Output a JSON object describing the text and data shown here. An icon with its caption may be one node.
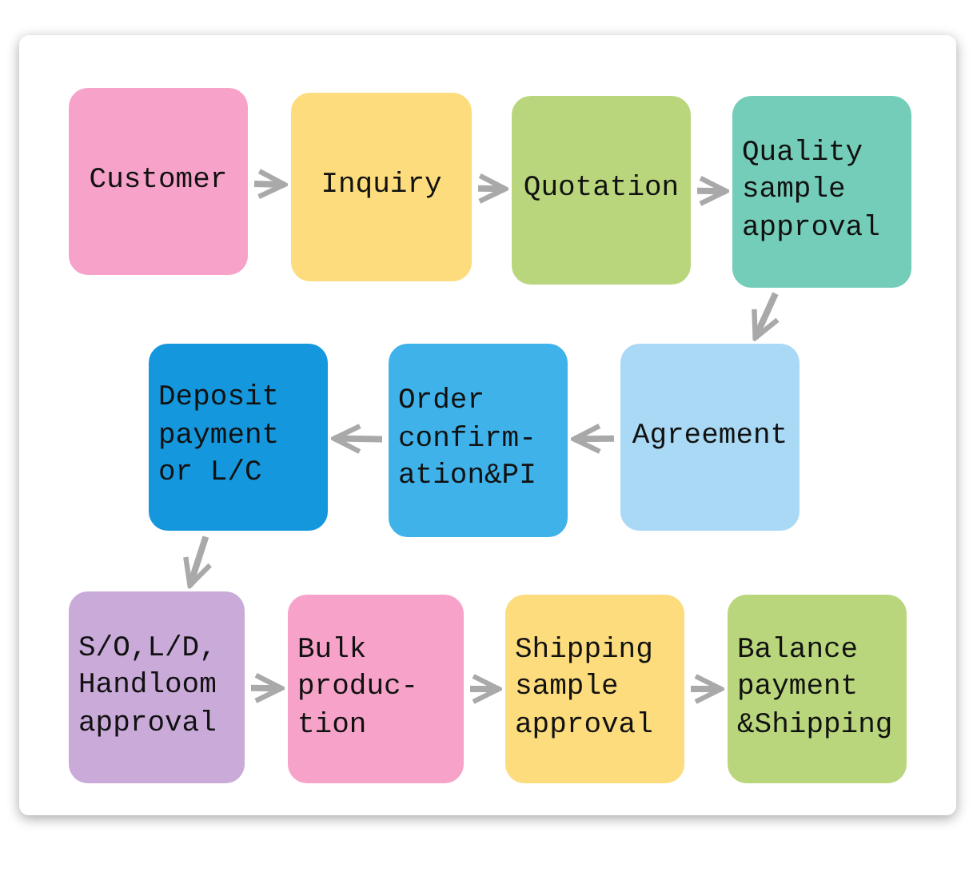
{
  "diagram": {
    "nodes": [
      {
        "text": [
          "Customer"
        ]
      },
      {
        "text": [
          "Inquiry"
        ]
      },
      {
        "text": [
          "Quotation"
        ]
      },
      {
        "text": [
          "Quality sample approval"
        ]
      },
      {
        "text": [
          "Agreement"
        ]
      },
      {
        "text": [
          "Order confirm- ation&PI"
        ]
      },
      {
        "text": [
          "Deposit payment or L/C"
        ]
      },
      {
        "text": [
          "S/O,L/D, Handloom approval"
        ]
      },
      {
        "text": [
          "Bulk produc- tion"
        ]
      },
      {
        "text": [
          "Shipping sample approval"
        ]
      },
      {
        "text": [
          "Balance payment &Shipping"
        ]
      }
    ],
    "edges": [
      {
        "from": 0,
        "to": 1,
        "arrow": "to"
      },
      {
        "from": 1,
        "to": 2,
        "arrow": "to"
      },
      {
        "from": 2,
        "to": 3,
        "arrow": "to"
      },
      {
        "from": 3,
        "to": 4,
        "arrow": "to"
      },
      {
        "from": 4,
        "to": 5,
        "arrow": "to"
      },
      {
        "from": 5,
        "to": 6,
        "arrow": "to"
      },
      {
        "from": 6,
        "to": 7,
        "arrow": "to"
      },
      {
        "from": 7,
        "to": 8,
        "arrow": "to"
      },
      {
        "from": 8,
        "to": 9,
        "arrow": "to"
      },
      {
        "from": 9,
        "to": 10,
        "arrow": "to"
      }
    ]
  }
}
